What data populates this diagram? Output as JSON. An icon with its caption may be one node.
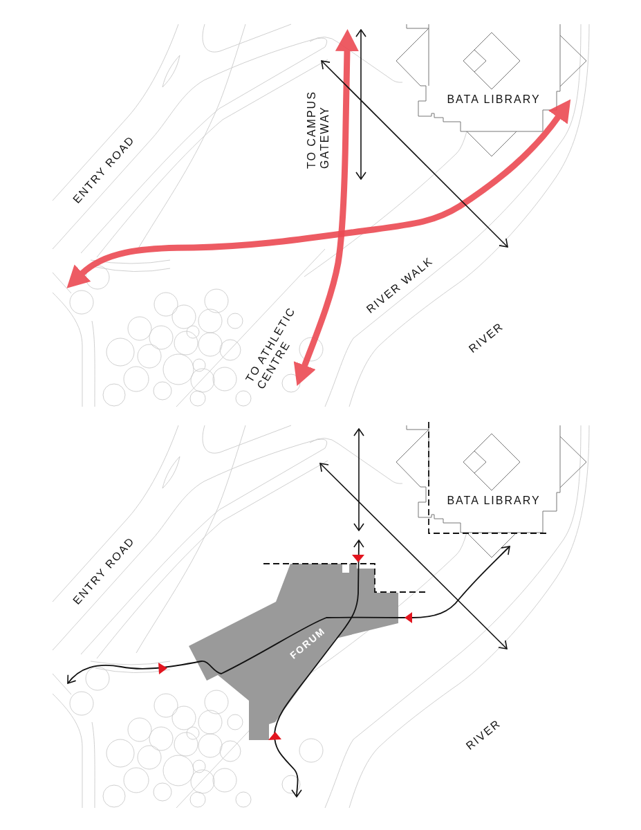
{
  "diagram": {
    "nodes": [
      {
        "text": [
          "BATA LIBRARY"
        ]
      },
      {
        "text": [
          "BATA LIBRARY"
        ]
      },
      {
        "text": [
          "FORUM"
        ]
      }
    ],
    "labels": [
      "ENTRY ROAD",
      "TO CAMPUS GATEWAY",
      "RIVER WALK",
      "TO ATHLETIC CENTRE",
      "RIVER",
      "ENTRY ROAD",
      "RIVER"
    ]
  }
}
